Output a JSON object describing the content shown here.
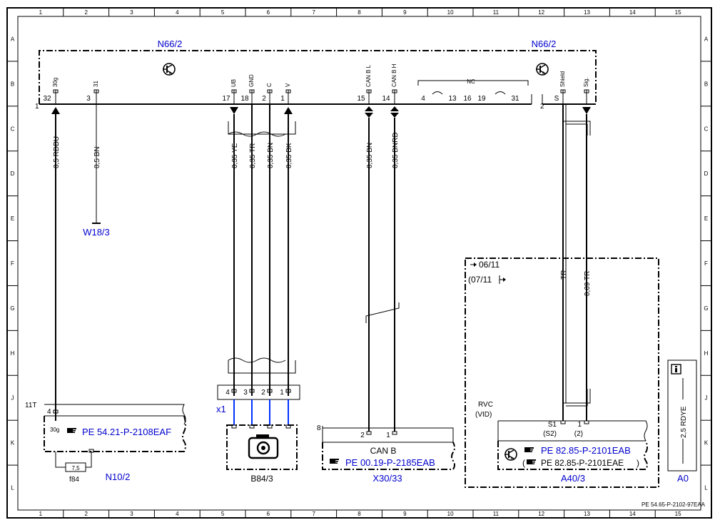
{
  "frame": {
    "columns": [
      "1",
      "2",
      "3",
      "4",
      "5",
      "6",
      "7",
      "8",
      "9",
      "10",
      "11",
      "12",
      "13",
      "14",
      "15"
    ],
    "rows": [
      "A",
      "B",
      "C",
      "D",
      "E",
      "F",
      "G",
      "H",
      "J",
      "K",
      "L"
    ],
    "doc_code": "PE 54.65-P-2102-97EAA"
  },
  "components": {
    "n66_left": "N66/2",
    "n66_right": "N66/2",
    "w18": "W18/3",
    "n10": "N10/2",
    "b84": "B84/3",
    "x30": "X30/33",
    "a40": "A40/3",
    "a0": "A0",
    "x1": "x1",
    "f84": "f84"
  },
  "pins": {
    "n66": [
      "30g",
      "31",
      "UB",
      "GND",
      "C",
      "V",
      "CAN B L",
      "CAN B H",
      "NC",
      "Shield",
      "Sig."
    ],
    "n66_numbers": [
      "32",
      "3",
      "17",
      "18",
      "2",
      "1",
      "15",
      "14",
      "4",
      "13",
      "16",
      "19",
      "31",
      "S"
    ],
    "connector_left": "1",
    "connector_right": "2",
    "n10_pin": "4",
    "n10_label": "30g",
    "n10_conn": "11T",
    "b84_pins": [
      "4",
      "3",
      "2",
      "1"
    ],
    "x30_pins": [
      "2",
      "1"
    ],
    "x30_conn": "8",
    "a40_pins": [
      "S1",
      "(S2)",
      "1",
      "(2)"
    ],
    "fuse": "7,5"
  },
  "wires": {
    "rdbu": "0,5 RDBU",
    "bn_05": "0,5 BN",
    "ye": "0,35 YE",
    "tr": "0,35 TR",
    "bn_035": "0,35 BN",
    "bk": "0,35 BK",
    "can_bn": "0,35 BN",
    "can_bnrd": "0,35 BNRD",
    "tr_short": "TR",
    "tr_009": "0,09 TR",
    "rdye": "2,5 RDYE"
  },
  "refs": {
    "n10_ref": "PE 54.21-P-2108EAF",
    "x30_ref": "PE 00.19-P-2185EAB",
    "a40_ref1": "PE 82.85-P-2101EAB",
    "a40_ref2": "PE 82.85-P-2101EAE"
  },
  "notes": {
    "can_b": "CAN B",
    "date_until": "06/11",
    "date_from": "(07/11",
    "rvc": "RVC",
    "vid": "(VID)"
  },
  "icons": [
    "transistor-icon",
    "camera-icon",
    "pointing-hand-icon",
    "info-icon",
    "arrow-icon"
  ]
}
